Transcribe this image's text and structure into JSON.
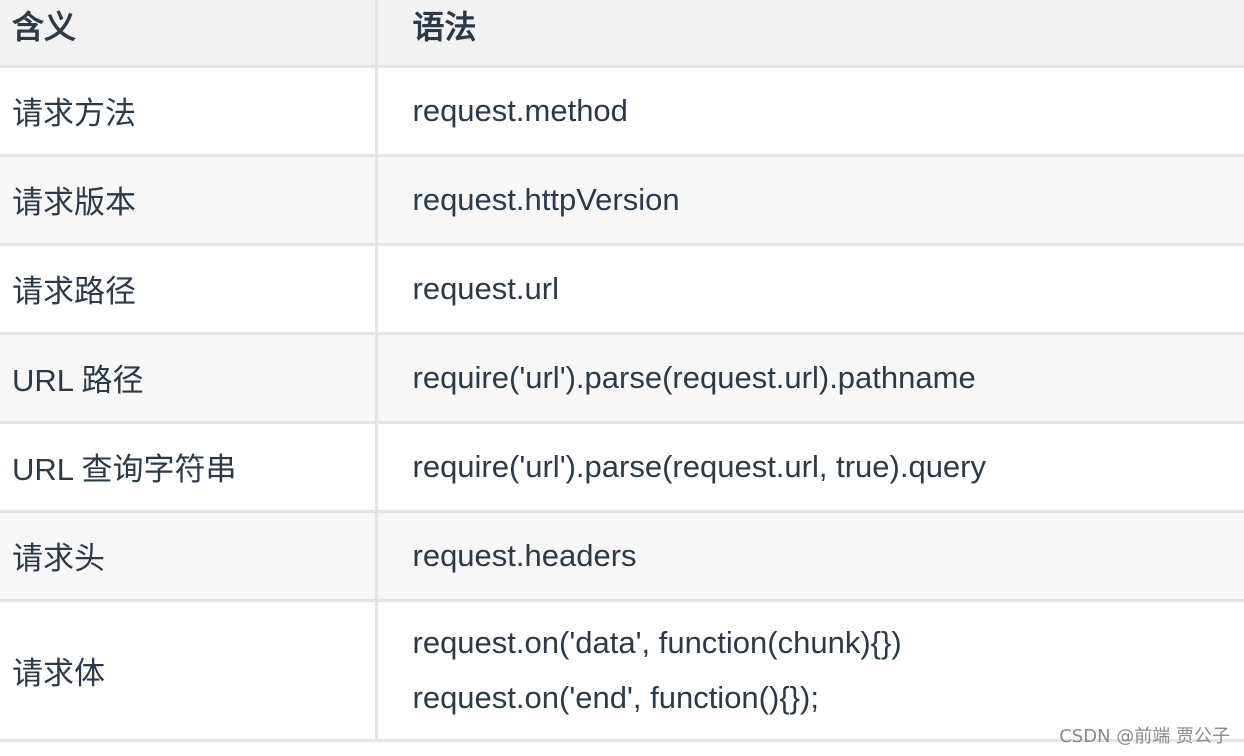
{
  "table": {
    "headers": [
      "含义",
      "语法"
    ],
    "rows": [
      {
        "meaning": "请求方法",
        "syntax": [
          "request.method"
        ]
      },
      {
        "meaning": "请求版本",
        "syntax": [
          "request.httpVersion"
        ]
      },
      {
        "meaning": "请求路径",
        "syntax": [
          "request.url"
        ]
      },
      {
        "meaning": "URL 路径",
        "syntax": [
          "require('url').parse(request.url).pathname"
        ]
      },
      {
        "meaning": "URL 查询字符串",
        "syntax": [
          "require('url').parse(request.url, true).query"
        ]
      },
      {
        "meaning": "请求头",
        "syntax": [
          "request.headers"
        ]
      },
      {
        "meaning": "请求体",
        "syntax": [
          "request.on('data', function(chunk){})",
          "request.on('end', function(){});"
        ]
      }
    ]
  },
  "watermark": "CSDN @前端 贾公子",
  "colors": {
    "text": "#2b3a4a",
    "header_bg": "#f2f2f2",
    "alt_row_bg": "#f7f7f7",
    "border": "#e3e4e6"
  }
}
